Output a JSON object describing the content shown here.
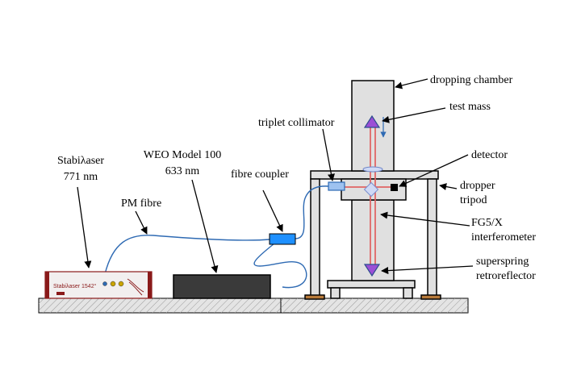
{
  "labels": {
    "dropping_chamber": "dropping chamber",
    "test_mass": "test mass",
    "triplet_collimator": "triplet collimator",
    "detector": "detector",
    "dropper": "dropper",
    "tripod": "tripod",
    "fg5x_line1": "FG5/X",
    "fg5x_line2": "interferometer",
    "superspring": "superspring",
    "retroreflector": "retroreflector",
    "fibre_coupler": "fibre coupler",
    "weo_line1": "WEO Model 100",
    "weo_line2": "633 nm",
    "stabilaser_line1": "Stabiλaser",
    "stabilaser_line2": "771 nm",
    "pm_fibre": "PM fibre"
  },
  "device": {
    "front_text": "Stabiλaser 1542°"
  },
  "colors": {
    "fibre": "#2e6ab3",
    "beam": "#e06060",
    "coupler": "#1e90ff",
    "stabilaser_accent": "#8a1a1a",
    "test_mass": "#9b4fd6",
    "base": "#dddddd"
  }
}
